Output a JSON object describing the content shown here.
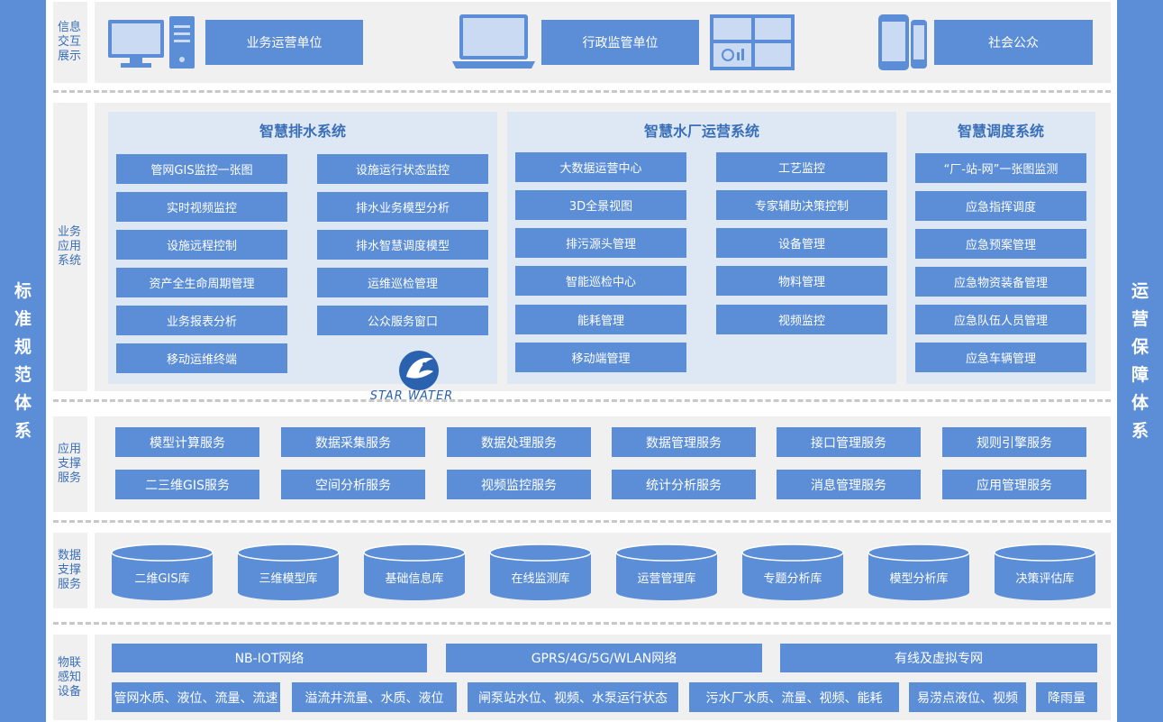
{
  "side": {
    "left": "标准规范体系",
    "right": "运营保障体系"
  },
  "layers": {
    "display": "信息交互展示",
    "business": "业务应用系统",
    "app_support": "应用支撑服务",
    "data_support": "数据支撑服务",
    "iot": "物联感知设备"
  },
  "display": {
    "ops_unit": "业务运营单位",
    "admin_unit": "行政监管单位",
    "public": "社会公众"
  },
  "drainage": {
    "title": "智慧排水系统",
    "col1": [
      "管网GIS监控一张图",
      "实时视频监控",
      "设施远程控制",
      "资产全生命周期管理",
      "业务报表分析",
      "移动运维终端"
    ],
    "col2": [
      "设施运行状态监控",
      "排水业务模型分析",
      "排水智慧调度模型",
      "运维巡检管理",
      "公众服务窗口"
    ]
  },
  "plant": {
    "title": "智慧水厂运营系统",
    "col1": [
      "大数据运营中心",
      "3D全景视图",
      "排污源头管理",
      "智能巡检中心",
      "能耗管理",
      "移动端管理"
    ],
    "col2": [
      "工艺监控",
      "专家辅助决策控制",
      "设备管理",
      "物料管理",
      "视频监控"
    ]
  },
  "dispatch": {
    "title": "智慧调度系统",
    "items": [
      "“厂-站-网”一张图监测",
      "应急指挥调度",
      "应急预案管理",
      "应急物资装备管理",
      "应急队伍人员管理",
      "应急车辆管理"
    ]
  },
  "logo": {
    "text": "STAR WATER"
  },
  "app_services": {
    "row1": [
      "模型计算服务",
      "数据采集服务",
      "数据处理服务",
      "数据管理服务",
      "接口管理服务",
      "规则引擎服务"
    ],
    "row2": [
      "二三维GIS服务",
      "空间分析服务",
      "视频监控服务",
      "统计分析服务",
      "消息管理服务",
      "应用管理服务"
    ]
  },
  "databases": [
    "二维GIS库",
    "三维模型库",
    "基础信息库",
    "在线监测库",
    "运营管理库",
    "专题分析库",
    "模型分析库",
    "决策评估库"
  ],
  "networks": [
    "NB-IOT网络",
    "GPRS/4G/5G/WLAN网络",
    "有线及虚拟专网"
  ],
  "sensors": [
    "管网水质、液位、流量、流速",
    "溢流井流量、水质、液位",
    "闸泵站水位、视频、水泵运行状态",
    "污水厂水质、流量、视频、能耗",
    "易涝点液位、视频",
    "降雨量"
  ],
  "colors": {
    "accent": "#5b8ed6",
    "panel": "#dde8f4",
    "layer_bg": "#f0f0f0",
    "title": "#3a6fb8"
  }
}
